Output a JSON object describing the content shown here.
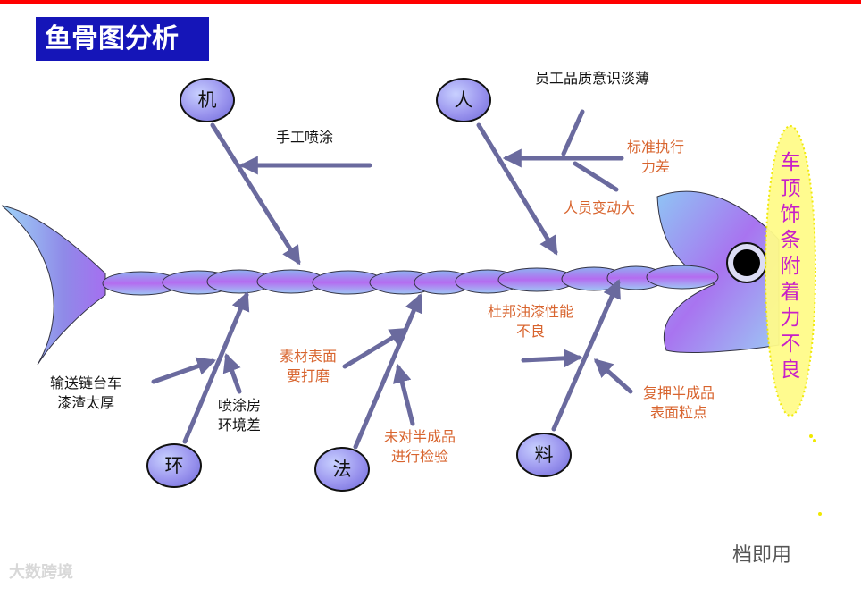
{
  "title": "鱼骨图分析",
  "effect": "车顶饰条附着力不良",
  "categories": {
    "machine": "机",
    "man": "人",
    "environment": "环",
    "method": "法",
    "material": "料"
  },
  "causes": {
    "hand_spray": "手工喷涂",
    "staff_quality": "员工品质意识淡薄",
    "standard_exec": "标准执行\n力差",
    "staff_change": "人员变动大",
    "paint_performance": "杜邦油漆性能\n不良",
    "conveyor": "输送链台车\n漆渣太厚",
    "booth_env": "喷涂房\n环境差",
    "sanding": "素材表面\n要打磨",
    "inspection": "未对半成品\n进行检验",
    "surface_particles": "复押半成品\n表面粒点"
  },
  "watermarks": {
    "left": "大数跨境",
    "right": "档即用"
  },
  "colors": {
    "title_bg": "#1515b8",
    "arrow": "#6a6a9e",
    "orange_text": "#d8642e",
    "effect_text": "#c81fc8",
    "effect_glow": "#ffff33"
  }
}
